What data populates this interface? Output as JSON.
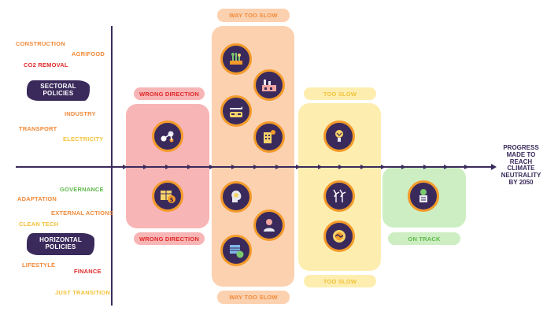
{
  "colors": {
    "navy": "#3a2a5c",
    "red_panel": "#f8b5b5",
    "orange_panel": "#fcd1b0",
    "yellow_panel": "#fdeeb0",
    "green_panel": "#cdeec2",
    "icon_ring": "#f39a2a"
  },
  "sectoral": {
    "title_line1": "SECTORAL",
    "title_line2": "POLICIES",
    "items": [
      {
        "label": "CONSTRUCTION",
        "color": "#f08a3a"
      },
      {
        "label": "AGRIFOOD",
        "color": "#f08a3a"
      },
      {
        "label": "CO2 REMOVAL",
        "color": "#e02a2a"
      },
      {
        "label": "INDUSTRY",
        "color": "#f08a3a"
      },
      {
        "label": "TRANSPORT",
        "color": "#f08a3a"
      },
      {
        "label": "ELECTRICITY",
        "color": "#f2c23a"
      }
    ]
  },
  "horizontal": {
    "title_line1": "HORIZONTAL",
    "title_line2": "POLICIES",
    "items": [
      {
        "label": "GOVERNANCE",
        "color": "#5fb84a"
      },
      {
        "label": "ADAPTATION",
        "color": "#f08a3a"
      },
      {
        "label": "EXTERNAL ACTIONS",
        "color": "#f08a3a"
      },
      {
        "label": "CLEAN TECH",
        "color": "#f2c23a"
      },
      {
        "label": "LIFESTYLE",
        "color": "#f08a3a"
      },
      {
        "label": "FINANCE",
        "color": "#e02a2a"
      },
      {
        "label": "JUST TRANSITION",
        "color": "#f2c23a"
      }
    ]
  },
  "categories": {
    "wrong_direction": "WRONG DIRECTION",
    "way_too_slow": "WAY TOO SLOW",
    "too_slow": "TOO SLOW",
    "on_track": "ON TRACK"
  },
  "goal": {
    "line1": "PROGRESS",
    "line2": "MADE TO",
    "line3": "REACH",
    "line4": "CLIMATE",
    "line5": "NEUTRALITY",
    "line6": "BY 2050"
  },
  "icons": {
    "co2_removal": "molecule-icon",
    "finance": "finance-icon",
    "agrifood": "crops-icon",
    "industry": "factory-icon",
    "transport": "transport-icon",
    "construction": "building-icon",
    "adaptation": "adaptation-icon",
    "lifestyle": "person-icon",
    "just_transition": "transition-icon",
    "electricity": "lightbulb-icon",
    "clean_tech": "wind-turbine-icon",
    "external_actions": "handshake-gear-icon",
    "governance": "governance-icon"
  }
}
